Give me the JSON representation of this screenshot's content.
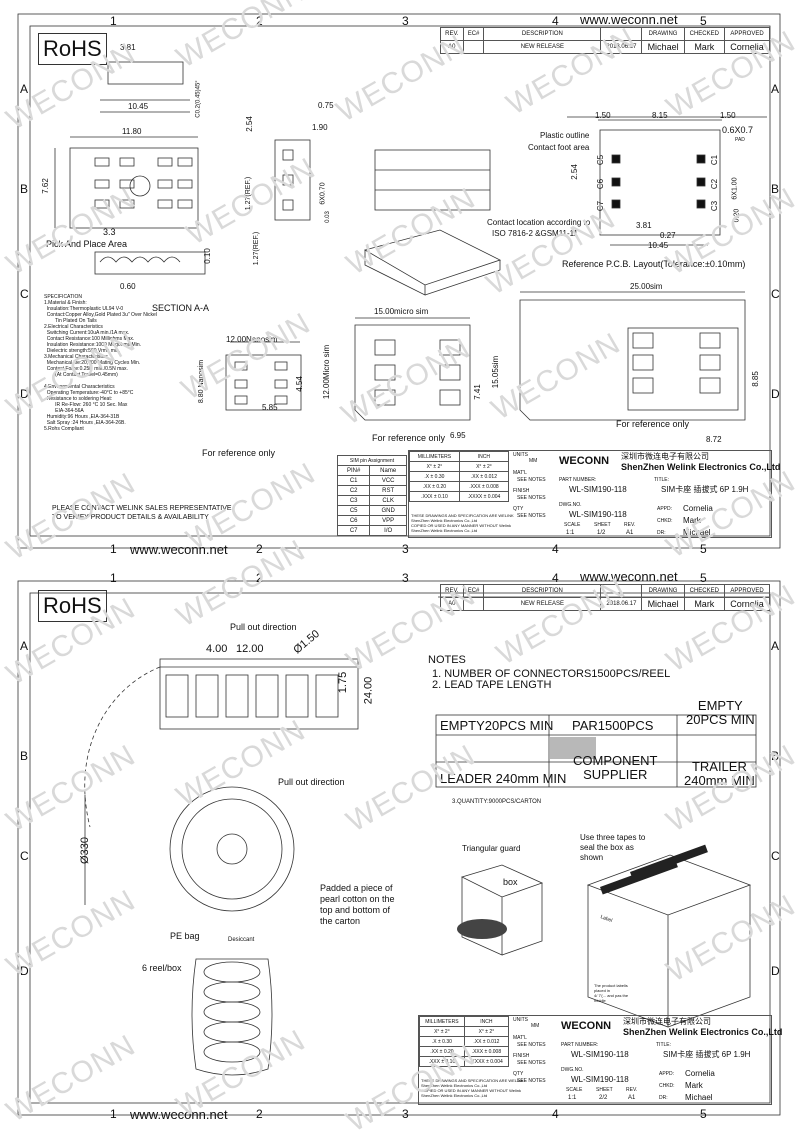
{
  "site_url": "www.weconn.net",
  "watermark": "WECONN",
  "rohs": "RoHS",
  "grid": {
    "cols": [
      "1",
      "2",
      "3",
      "4",
      "5"
    ],
    "rows": [
      "A",
      "B",
      "C",
      "D"
    ]
  },
  "revision": {
    "headers": [
      "REV.",
      "EC#",
      "DESCRIPTION",
      "DRAWING",
      "CHECKED",
      "APPROVED"
    ],
    "row": [
      "A0",
      "",
      "NEW RELEASE",
      "2018.06.17",
      "Michael",
      "Mark",
      "Cornelia"
    ]
  },
  "sheet1": {
    "dims": {
      "d381": "3.81",
      "d1045": "10.45",
      "d1180": "11.80",
      "d762": "7.62",
      "d075": "0.75",
      "d190": "1.90",
      "d254": "2.54",
      "d33": "3.3",
      "d010": "0.10",
      "d060": "0.60",
      "dref127a": "1.27(REF.)",
      "dref127b": "1.27(REF.)",
      "d670": "6X0.70",
      "d003": "0.03",
      "dA": "A",
      "dslot": "C0.2(0.45)45°",
      "pcb150a": "1.50",
      "pcb815": "8.15",
      "pcb150b": "1.50",
      "pcb0607": "0.6X0.7",
      "pcb254": "2.54",
      "pcb381": "3.81",
      "pcb027": "0.27",
      "pcb1045": "10.45",
      "pcb6x100": "6X1.00",
      "pcb020": "0.20",
      "nano1200": "12.00Nanosim",
      "nano880": "8.80 Nanosim",
      "nano585": "5.85",
      "nano454": "4.54",
      "micro1500": "15.00micro sim",
      "micro1200": "12.00Micro sim",
      "micro741": "7.41",
      "micro695": "6.95",
      "micro1505": "15.05sim",
      "sim2500": "25.00sim",
      "sim885": "8.85",
      "sim872": "8.72"
    },
    "labels": {
      "pick_place": "Pick And Place Area",
      "section": "SECTION A-A",
      "plastic_outline": "Plastic outline",
      "contact_foot": "Contact foot area",
      "contact_loc": "Contact location according to",
      "iso": "ISO 7816-2 &GSM11-11",
      "pcb_layout": "Reference P.C.B. Layout(Tolerance:±0.10mm)",
      "ref_only_1": "For reference only",
      "ref_only_2": "For reference only",
      "ref_only_3": "For reference only",
      "pad": "PAD"
    },
    "pin_letters": [
      "C5",
      "C6",
      "C7",
      "C1",
      "C2",
      "C3"
    ],
    "spec": "SPECIFICATION\n1.Material & Finish:\n  Insulation:Thermoplastic UL94 V-0\n  Contact:Copper Alloy,Gold Plated 3u\" Over Nickel\n        Tin Plated On Tails\n2.Electrical Characteristics\n  Switching Current:10uA min./1A max.\n  Contact Resistance:100 Milliohms Max.\n  Insulation Resistance:1000 Megohms Min.\n  Dielectric strength:500 Vrms min.\n3.Mechanical Characteristics\n  Mechanical life:20,000 Mating Cycles Min.\n  Contact Force:0.25N min./0.5N max.\n        (At Contact Travel=0.45mm)\n\n4.Environmental Characteristics\n  Operating Temperature:-40°C to +85°C\n  Resistance to soldering Heat:\n        IR Re-Flow: 260 °C 10 Sec. Max\n        EIA-364-56A\n  Humidity:96 Hours ,EIA-364-31B\n  Salt Spray :24 Hours ,EIA-364-26B.\n5.Rohs Compliant",
    "contact_note": "PLEASE CONTACT WELINK SALES REPRESENTATIVE\nTO VERIFY PRODUCT DETAILS & AVAILABILITY",
    "pins": {
      "title": "SIM pin Assignment",
      "headers": [
        "PIN#",
        "Name"
      ],
      "rows": [
        [
          "C1",
          "VCC"
        ],
        [
          "C2",
          "RST"
        ],
        [
          "C3",
          "CLK"
        ],
        [
          "C5",
          "GND"
        ],
        [
          "C6",
          "VPP"
        ],
        [
          "C7",
          "I/O"
        ]
      ]
    },
    "sheet_no": "1/2"
  },
  "sheet2": {
    "pull_out": "Pull out direction",
    "pull_out2": "Pull out direction",
    "tape_dims": {
      "p400": "4.00",
      "p1200": "12.00",
      "hole": "Ø1.50",
      "w175": "1.75",
      "w2400": "24.00"
    },
    "notes_title": "NOTES",
    "notes": [
      "1. NUMBER OF CONNECTORS1500PCS/REEL",
      "2. LEAD TAPE LENGTH"
    ],
    "tape_table": {
      "empty_left": "EMPTY20PCS MIN",
      "par": "PAR1500PCS",
      "empty_right": "EMPTY\n20PCS MIN",
      "leader": "LEADER 240mm MIN",
      "component": "COMPONENT\nSUPPLIER",
      "trailer": "TRAILER\n240mm MIN"
    },
    "quantity": "3.QUANTITY:9000PCS/CARTON",
    "reel_dia": "Ø330",
    "triangular": "Triangular guard",
    "box": "box",
    "padded": "Padded a piece of\npearl cotton on the\ntop and bottom of\nthe carton",
    "use_tapes": "Use three tapes to\nseal the box as\nshown",
    "pe_bag": "PE bag",
    "desiccant": "Desiccant",
    "reel_box": "6 reel/box",
    "product_note": "The product labelis\nplaced in\n4/ 7'(... and pas the\nmiddle",
    "carton_label": "Label",
    "sheet_no": "2/2"
  },
  "title_block": {
    "company_cn": "深圳市微连电子有限公司",
    "company_en": "ShenZhen Welink Electronics Co.,Ltd",
    "brand": "WECONN",
    "part_number_label": "PART NUMBER:",
    "part_number": "WL-SIM190-118",
    "title_label": "TITLE:",
    "title": "SIM卡座 插拔式 6P 1.9H",
    "dwg_label": "DWG.NO.",
    "dwg_no": "WL-SIM190-118",
    "appd_label": "APPD:",
    "appd": "Cornelia",
    "chkd_label": "CHKD:",
    "chkd": "Mark",
    "dr_label": "DR:",
    "dr": "Michael",
    "scale_label": "SCALE",
    "sheet_label": "SHEET",
    "rev_label": "REV.",
    "scale": "1:1",
    "rev": "A1",
    "units": "UNITS",
    "units_val": "MM",
    "mat": "MAT'L",
    "see_notes": "SEE NOTES",
    "finish": "FINISH",
    "qty": "QTY",
    "tol_head": [
      "MILLIMETERS",
      "INCH"
    ],
    "tol_rows": [
      [
        "X° ± 2°",
        "X° ± 2°"
      ],
      [
        ".X ± 0.30",
        ".XX ± 0.012"
      ],
      [
        ".XX ± 0.20",
        ".XXX ± 0.008"
      ],
      [
        ".XXX ± 0.10",
        ".XXXX ± 0.004"
      ]
    ],
    "disclaimer": "THESE DRAWINGS AND SPECIFICATION ARE WELINK\nShenZhen Welink Electronics Co.,Ltd\nCOPIED OR USED IN ANY MANNER WITHOUT Welink\nShenZhen Welink Electronics Co.,Ltd"
  },
  "colors": {
    "line": "#333333",
    "watermark": "#d9d9d9",
    "pad": "#111111",
    "hatch": "#888888"
  }
}
